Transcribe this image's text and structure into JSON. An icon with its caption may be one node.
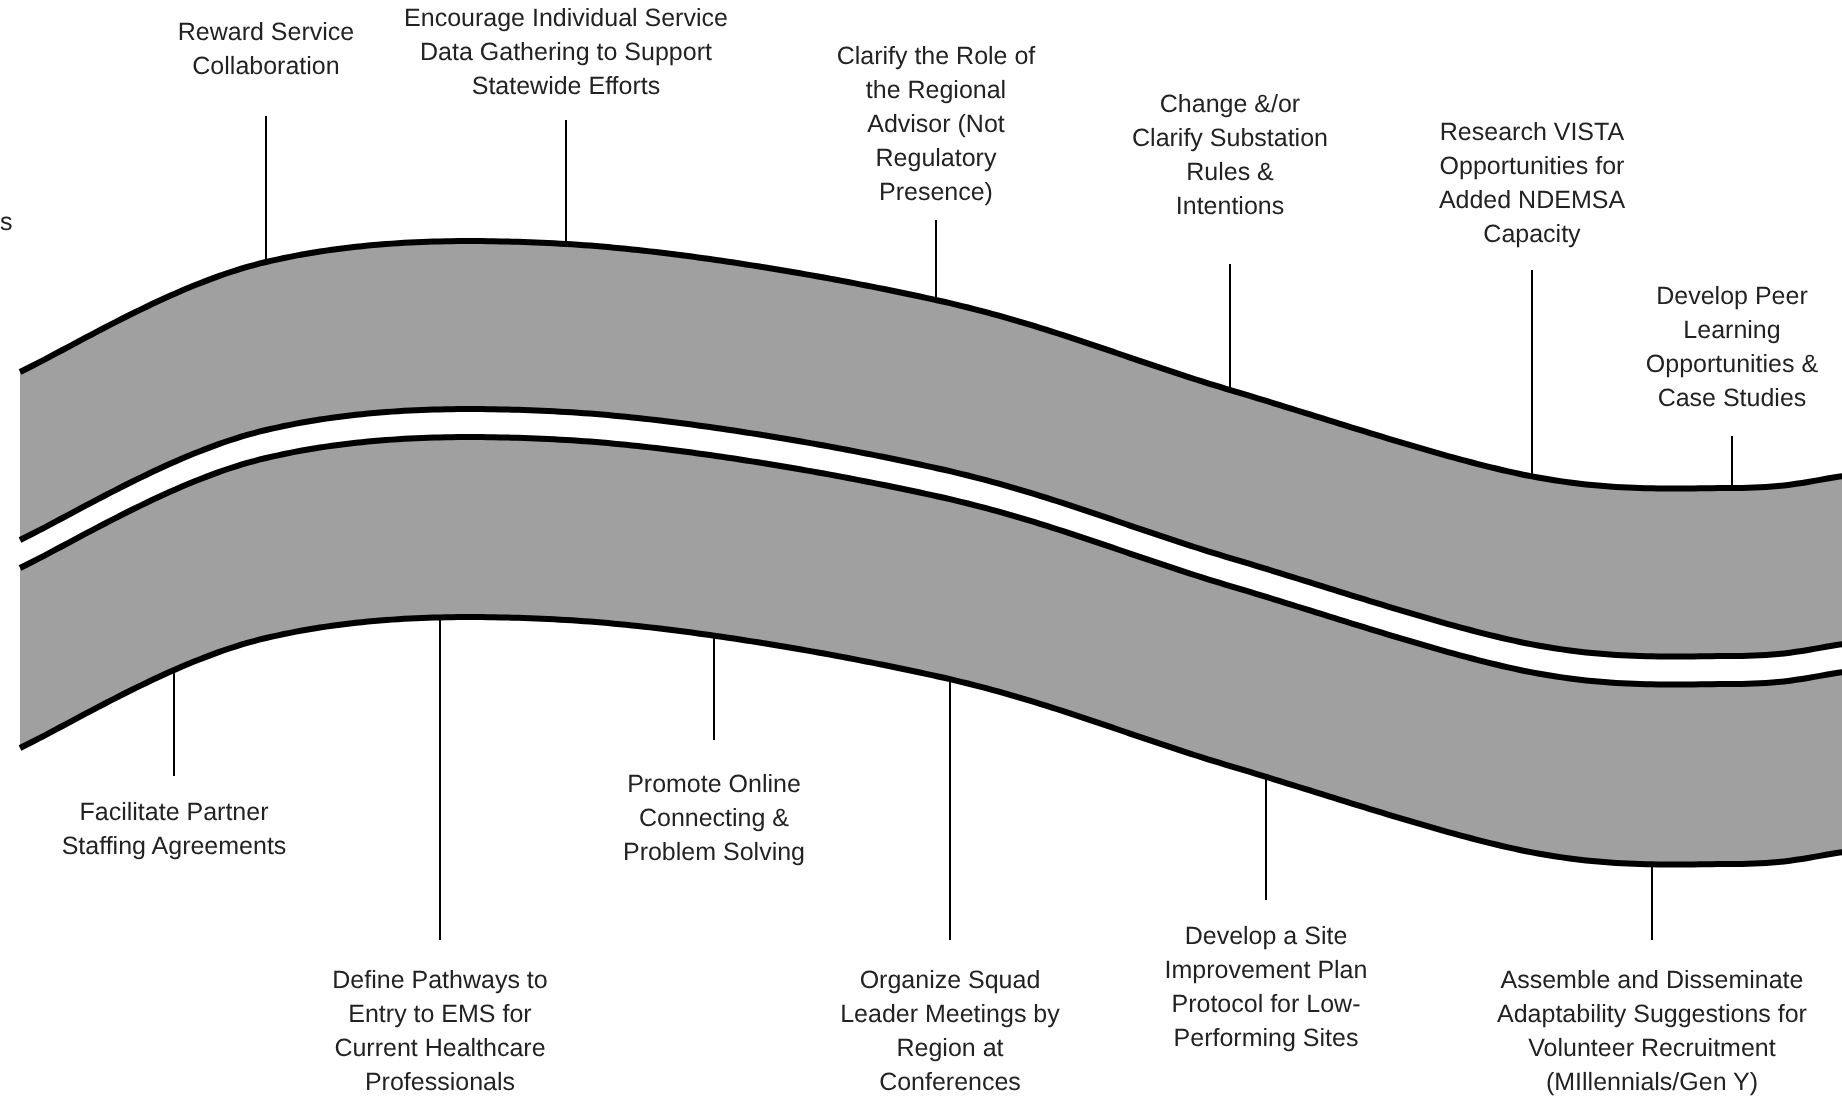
{
  "diagram": {
    "nodes": [
      {
        "text": [],
        "shape": "band"
      },
      {
        "text": [],
        "shape": "band"
      },
      {
        "text": [
          "Reward Service Collaboration"
        ]
      },
      {
        "text": [
          "Encourage Individual Service Data Gathering to Support Statewide Efforts"
        ]
      },
      {
        "text": [
          "Clarify the Role of the Regional Advisor (Not Regulatory Presence)"
        ]
      },
      {
        "text": [
          "Change &/or Clarify Substation Rules & Intentions"
        ]
      },
      {
        "text": [
          "Research VISTA Opportunities for Added NDEMSA Capacity"
        ]
      },
      {
        "text": [
          "Develop Peer Learning Opportunities & Case Studies"
        ]
      },
      {
        "text": [
          "Facilitate Partner Staffing Agreements"
        ]
      },
      {
        "text": [
          "Define Pathways to Entry to EMS for Current Healthcare Professionals"
        ]
      },
      {
        "text": [
          "Promote Online Connecting & Problem Solving"
        ]
      },
      {
        "text": [
          "Organize Squad Leader Meetings by Region at Conferences"
        ]
      },
      {
        "text": [
          "Develop a Site Improvement Plan Protocol for Low-Performing Sites"
        ]
      },
      {
        "text": [
          "Assemble and Disseminate Adaptability Suggestions for Volunteer Recruitment (MIllennials/Gen Y)"
        ]
      }
    ],
    "edges": [
      {
        "from": 2,
        "to": 0,
        "arrow": "none"
      },
      {
        "from": 3,
        "to": 0,
        "arrow": "none"
      },
      {
        "from": 4,
        "to": 0,
        "arrow": "none"
      },
      {
        "from": 5,
        "to": 0,
        "arrow": "none"
      },
      {
        "from": 6,
        "to": 0,
        "arrow": "none"
      },
      {
        "from": 7,
        "to": 0,
        "arrow": "none"
      },
      {
        "from": 8,
        "to": 1,
        "arrow": "none"
      },
      {
        "from": 9,
        "to": 1,
        "arrow": "none"
      },
      {
        "from": 10,
        "to": 1,
        "arrow": "none"
      },
      {
        "from": 11,
        "to": 1,
        "arrow": "none"
      },
      {
        "from": 12,
        "to": 1,
        "arrow": "none"
      },
      {
        "from": 13,
        "to": 1,
        "arrow": "none"
      }
    ],
    "labels": [
      "s"
    ]
  }
}
